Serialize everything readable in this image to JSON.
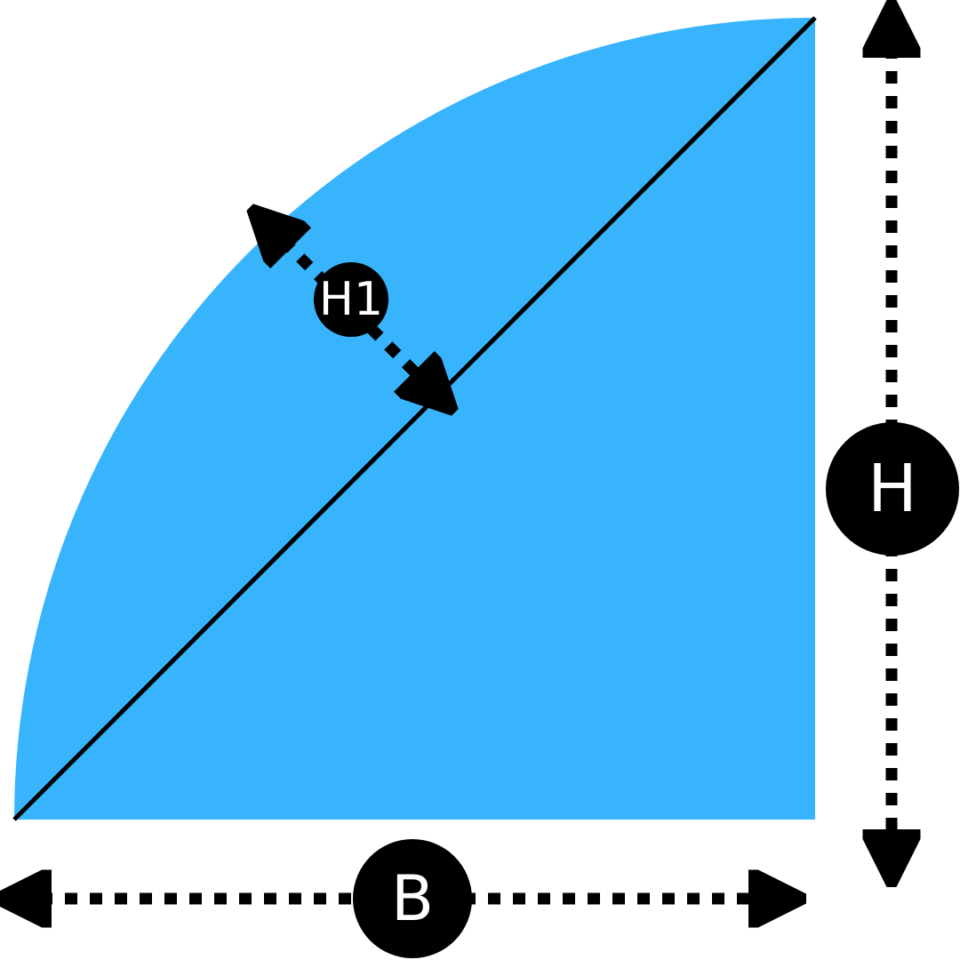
{
  "labels": {
    "base": "B",
    "height": "H",
    "segment_height": "H1"
  },
  "colors": {
    "fill": "#38b4fc",
    "ink": "#000000",
    "label_text": "#ffffff"
  }
}
